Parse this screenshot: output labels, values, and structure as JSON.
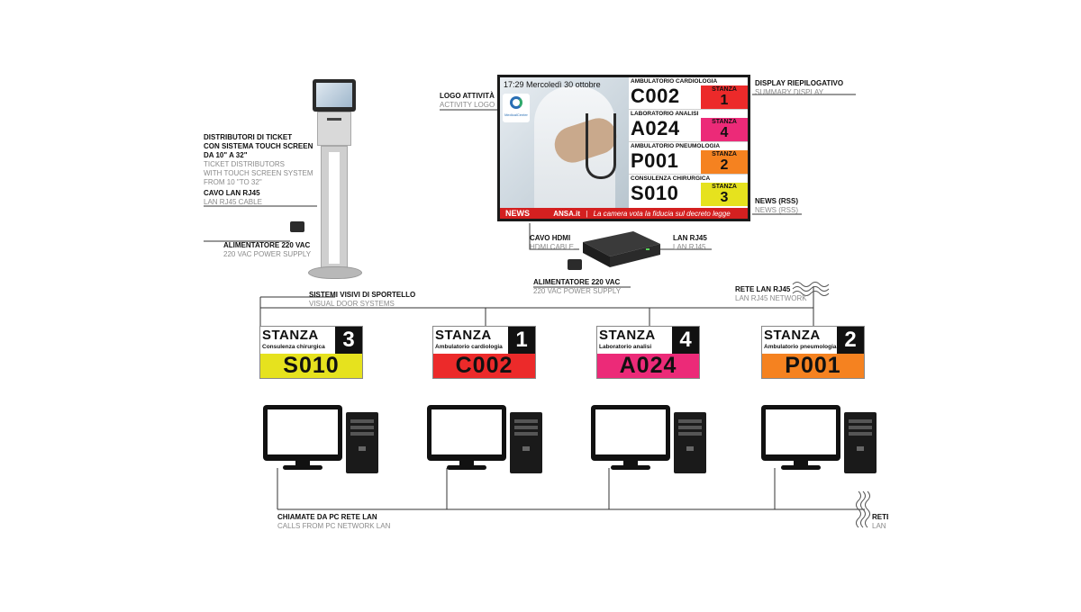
{
  "kiosk": {
    "label_it": [
      "DISTRIBUTORI DI TICKET",
      "CON SISTEMA TOUCH SCREEN",
      "DA 10\" A 32\""
    ],
    "label_en": [
      "TICKET DISTRIBUTORS",
      "WITH TOUCH SCREEN SYSTEM",
      "FROM 10 \"TO 32\""
    ],
    "cable_it": "CAVO LAN RJ45",
    "cable_en": "LAN RJ45 CABLE",
    "psu_it": "ALIMENTATORE 220 VAC",
    "psu_en": "220 VAC POWER SUPPLY"
  },
  "display": {
    "logo_it": "LOGO ATTIVITÀ",
    "logo_en": "ACTIVITY LOGO",
    "summary_it": "DISPLAY RIEPILOGATIVO",
    "summary_en": "SUMMARY DISPLAY",
    "news_it": "NEWS (RSS)",
    "news_en": "NEWS (RSS)",
    "time": "17:29",
    "date": "Mercoledì 30 ottobre",
    "logo_text": "MedicalCenter",
    "stanza_label": "STANZA",
    "rows": [
      {
        "dept": "AMBULATORIO CARDIOLOGIA",
        "ticket": "C002",
        "room": "1",
        "color": "#ec2a2a"
      },
      {
        "dept": "LABORATORIO ANALISI",
        "ticket": "A024",
        "room": "4",
        "color": "#ec2a78"
      },
      {
        "dept": "AMBULATORIO PNEUMOLOGIA",
        "ticket": "P001",
        "room": "2",
        "color": "#f58220"
      },
      {
        "dept": "CONSULENZA CHIRURGICA",
        "ticket": "S010",
        "room": "3",
        "color": "#e6e21e"
      }
    ],
    "ticker": {
      "news": "NEWS",
      "source": "ANSA.it",
      "sep": "|",
      "headline": "La camera vota la fiducia sul decreto legge"
    }
  },
  "player": {
    "hdmi_it": "CAVO HDMI",
    "hdmi_en": "HDMI CABLE",
    "lan_it": "LAN RJ45",
    "lan_en": "LAN RJ45",
    "psu_it": "ALIMENTATORE 220 VAC",
    "psu_en": "220 VAC POWER SUPPLY"
  },
  "network": {
    "lan_it": "RETE LAN RJ45",
    "lan_en": "LAN RJ45 NETWORK",
    "door_it": "SISTEMI VISIVI DI SPORTELLO",
    "door_en": "VISUAL DOOR SYSTEMS",
    "calls_it": "CHIAMATE DA PC RETE LAN",
    "calls_en": "CALLS FROM PC NETWORK LAN",
    "cut_it": "RETE",
    "cut_en": "LAN"
  },
  "signs": [
    {
      "stanza": "STANZA",
      "dept": "Consulenza chirurgica",
      "room": "3",
      "ticket": "S010",
      "color": "#e6e21e"
    },
    {
      "stanza": "STANZA",
      "dept": "Ambulatorio cardiologia",
      "room": "1",
      "ticket": "C002",
      "color": "#ec2a2a"
    },
    {
      "stanza": "STANZA",
      "dept": "Laboratorio analisi",
      "room": "4",
      "ticket": "A024",
      "color": "#ec2a78"
    },
    {
      "stanza": "STANZA",
      "dept": "Ambulatorio pneumologia",
      "room": "2",
      "ticket": "P001",
      "color": "#f58220"
    }
  ]
}
